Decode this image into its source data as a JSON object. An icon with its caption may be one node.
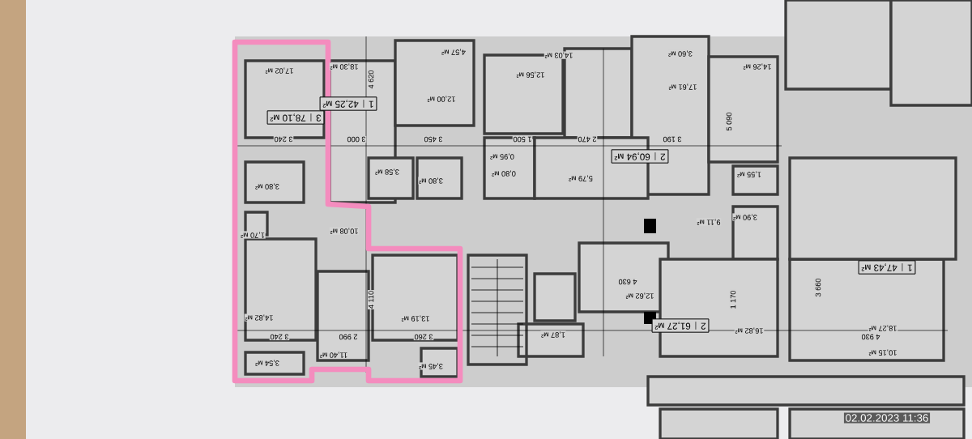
{
  "diagram": {
    "nodes": [
      {
        "text": [
          "3",
          "78,10 м²"
        ]
      },
      {
        "text": [
          "1",
          "42,25 м²"
        ]
      },
      {
        "text": [
          "2",
          "60,94 м²"
        ]
      },
      {
        "text": [
          "2",
          "61,27 м²"
        ]
      },
      {
        "text": [
          "1",
          "47,43 м²"
        ]
      }
    ],
    "labels": [
      "17,02 м²",
      "18,30 м²",
      "4,57 м²",
      "12,00 м²",
      "3,58 м²",
      "3,80 м²",
      "3,80 м²",
      "1,70 м²",
      "10,08 м²",
      "14,82 м²",
      "13,19 м²",
      "3,54 м²",
      "11,40 м²",
      "3,45 м²",
      "12,56 м²",
      "14,03 м²",
      "3,60 м²",
      "17,61 м²",
      "0,95 м²",
      "0,80 м²",
      "5,79 м²",
      "9,11 м²",
      "12,62 м²",
      "1,87 м²",
      "14,26 м²",
      "1,55 м²",
      "3,90 м²",
      "16,82 м²",
      "18,27 м²",
      "10,15 м²",
      "3 240",
      "3 000",
      "3 450",
      "1 500",
      "2 470",
      "3 190",
      "4 620",
      "3 240",
      "2 990",
      "3 260",
      "4 110",
      "4 630",
      "3 660",
      "4 930",
      "1 170",
      "5 090",
      "02.02.2023  11:36"
    ]
  }
}
